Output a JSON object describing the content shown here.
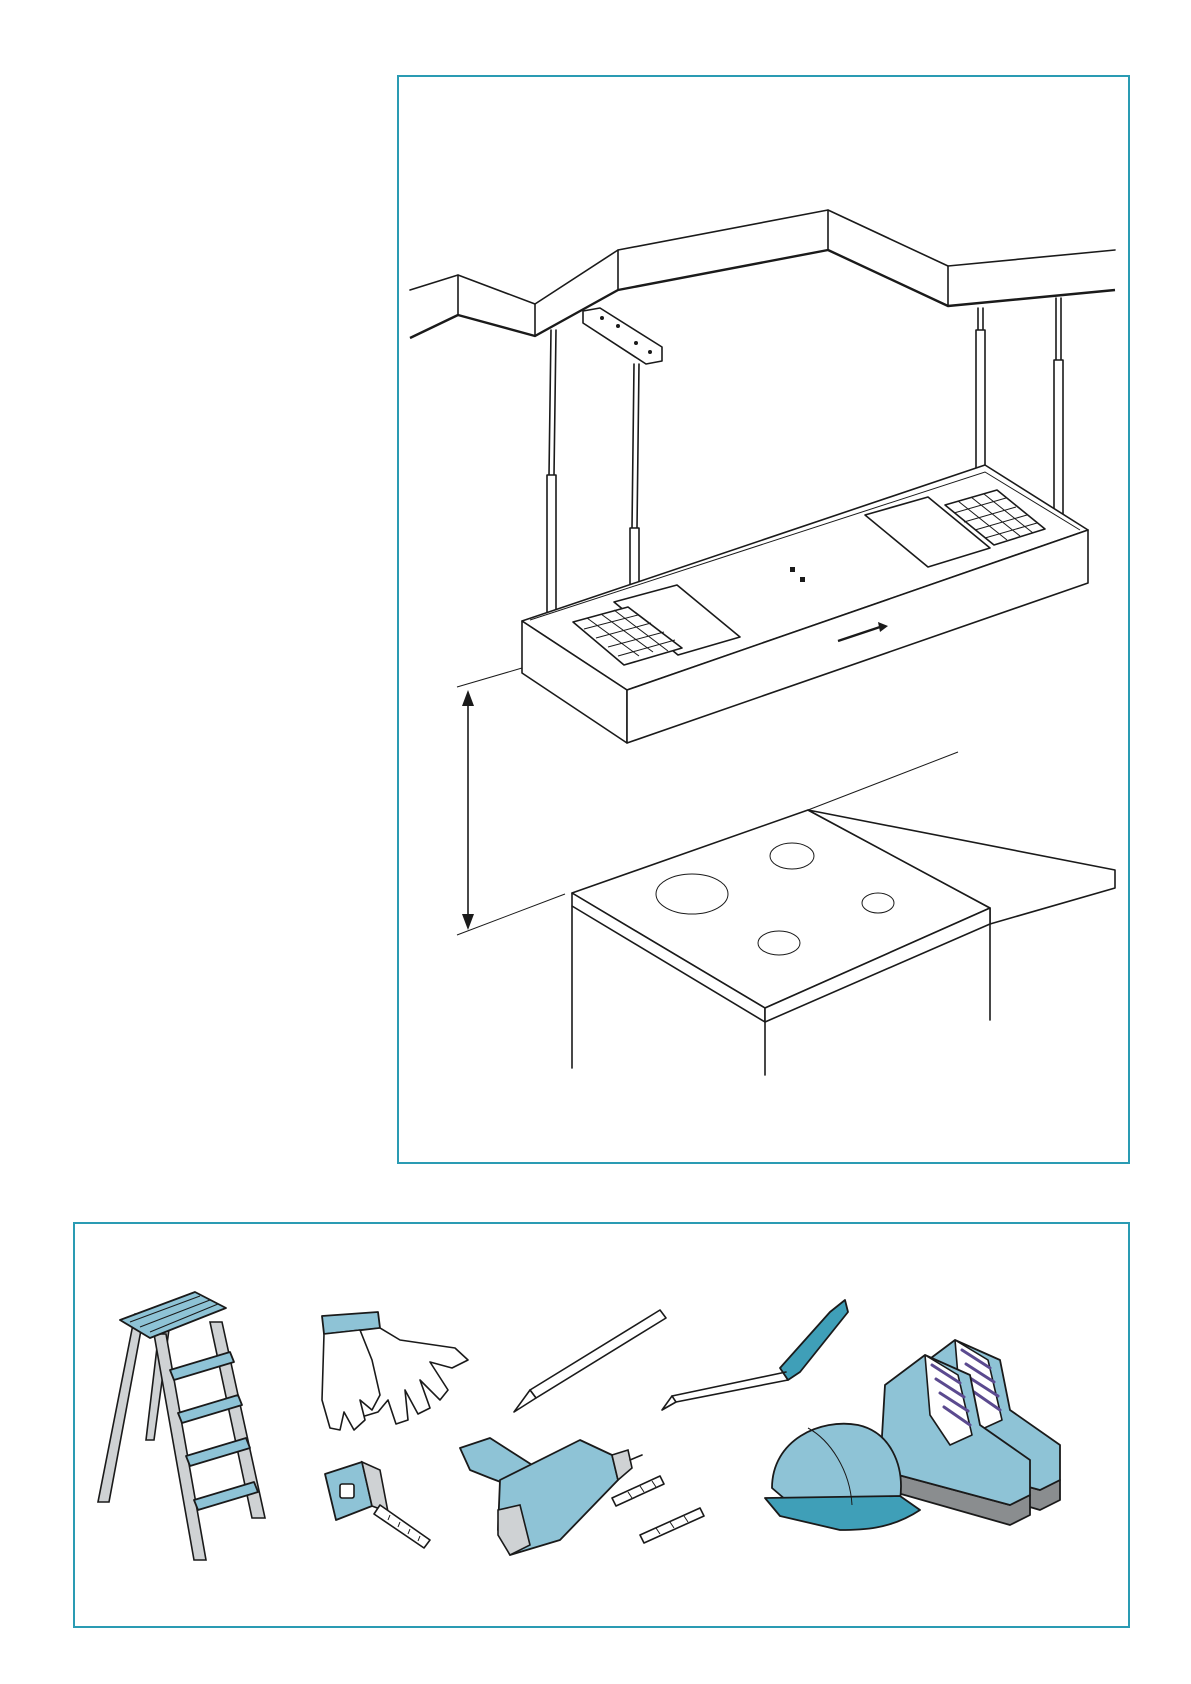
{
  "page": {
    "accent_color": "#2a9bb3",
    "illustration_fill_color": "#8ec3d6"
  },
  "installation_figure": {
    "items": [
      "island-hood",
      "suspension-rods",
      "ceiling-mounting-plate",
      "ceiling-soffit",
      "grease-filter-left",
      "grease-filter-right",
      "hob-cooktop",
      "kitchen-island-cabinet",
      "height-dimension-arrow"
    ]
  },
  "tools_figure": {
    "items": [
      "step-ladder",
      "work-gloves",
      "pencil",
      "screwdriver",
      "safety-boots",
      "tape-measure",
      "electric-drill",
      "drill-bits",
      "safety-helmet"
    ]
  }
}
